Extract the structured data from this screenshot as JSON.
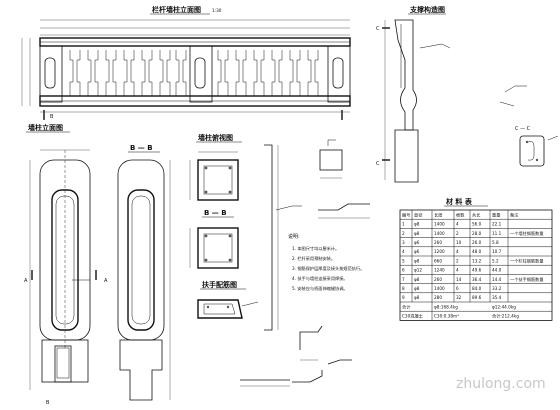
{
  "titles": {
    "railing_elevation": "栏杆墙柱立面图",
    "railing_scale": "1:30",
    "support_detail": "支撑构造图",
    "post_elevation": "墙柱立面图",
    "section_bb": "B — B",
    "post_plan": "墙柱俯视图",
    "section_bb2": "B — B",
    "handrail": "扶手配筋图",
    "section_cc": "C — C",
    "material_table": "材 料 表"
  },
  "labels": {
    "sec_a": "A",
    "sec_b": "B",
    "sec_c": "C",
    "notes_heading": "说明:",
    "watermark": "zhulong.com"
  },
  "notes": [
    "1. 本图尺寸均以厘米计。",
    "2. 栏杆采用预制安装。",
    "3. 钢筋保护层厚度及接头按规范执行。",
    "4. 扶手与墙柱连接采用焊接。",
    "5. 安装应与桥面伸缩缝协调。"
  ],
  "table": {
    "headers": [
      "编号",
      "直径",
      "长度",
      "根数",
      "共长",
      "重量",
      "备注"
    ],
    "rows": [
      [
        "1",
        "φ8",
        "1400",
        "4",
        "56.0",
        "22.1",
        ""
      ],
      [
        "2",
        "φ8",
        "1400",
        "2",
        "28.0",
        "11.1",
        "一个墙柱钢筋数量"
      ],
      [
        "3",
        "φ6",
        "260",
        "10",
        "26.0",
        "5.8",
        ""
      ],
      [
        "4",
        "φ6",
        "1200",
        "4",
        "48.0",
        "10.7",
        ""
      ],
      [
        "5",
        "φ8",
        "660",
        "2",
        "13.2",
        "5.2",
        "一个栏柱钢筋数量"
      ],
      [
        "6",
        "φ12",
        "1240",
        "4",
        "49.6",
        "44.0",
        ""
      ],
      [
        "7",
        "φ8",
        "260",
        "14",
        "36.4",
        "14.4",
        "一个扶手钢筋数量"
      ],
      [
        "8",
        "φ8",
        "1400",
        "6",
        "84.0",
        "33.2",
        ""
      ],
      [
        "9",
        "φ8",
        "280",
        "32",
        "89.6",
        "35.4",
        ""
      ]
    ],
    "footer_rows": [
      [
        "合计",
        "φ8:168.4kg",
        "φ12:44.0kg"
      ],
      [
        "C30混凝土",
        "C30:0.38m³",
        "合计:212.4kg"
      ]
    ]
  }
}
